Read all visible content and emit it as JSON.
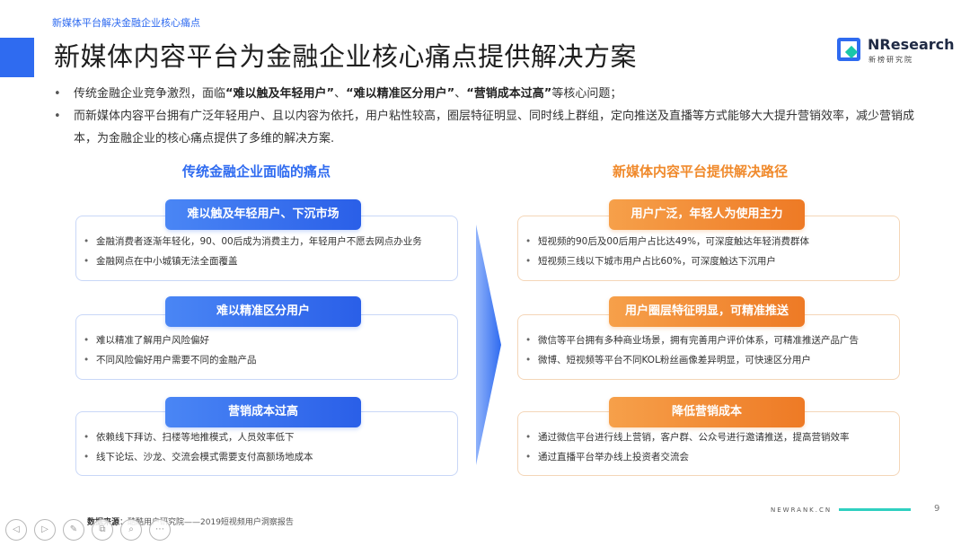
{
  "header": {
    "breadcrumb": "新媒体平台解决金融企业核心痛点",
    "title": "新媒体内容平台为金融企业核心痛点提供解决方案"
  },
  "logo": {
    "name": "NResearch",
    "sub": "新榜研究院",
    "colors": {
      "primary": "#2f6bf0",
      "accent": "#19c7a8"
    }
  },
  "intro": {
    "bullet1": {
      "pre": "传统金融企业竞争激烈，面临",
      "h1": "“难以触及年轻用户”",
      "sep1": "、",
      "h2": "“难以精准区分用户”",
      "sep2": "、",
      "h3": "“营销成本过高”",
      "post": "等核心问题；"
    },
    "bullet2": "而新媒体内容平台拥有广泛年轻用户、且以内容为依托，用户粘性较高，圈层特征明显、同时线上群组，定向推送及直播等方式能够大大提升营销效率，减少营销成本，为金融企业的核心痛点提供了多维的解决方案."
  },
  "pain_points": {
    "heading": "传统金融企业面临的痛点",
    "items": [
      {
        "title": "难以触及年轻用户、下沉市场",
        "points": [
          "金融消费者逐渐年轻化，90、00后成为消费主力，年轻用户不愿去网点办业务",
          "金融网点在中小城镇无法全面覆盖"
        ]
      },
      {
        "title": "难以精准区分用户",
        "points": [
          "难以精准了解用户风险偏好",
          "不同风险偏好用户需要不同的金融产品"
        ]
      },
      {
        "title": "营销成本过高",
        "points": [
          "依赖线下拜访、扫楼等地推模式，人员效率低下",
          "线下论坛、沙龙、交流会模式需要支付高额场地成本"
        ]
      }
    ]
  },
  "solutions": {
    "heading": "新媒体内容平台提供解决路径",
    "items": [
      {
        "title": "用户广泛，年轻人为使用主力",
        "points": [
          "短视频的90后及00后用户占比达49%，可深度触达年轻消费群体",
          "短视频三线以下城市用户占比60%，可深度触达下沉用户"
        ]
      },
      {
        "title": "用户圈层特征明显，可精准推送",
        "points": [
          "微信等平台拥有多种商业场景，拥有完善用户评价体系，可精准推送产品广告",
          "微博、短视频等平台不同KOL粉丝画像差异明显，可快速区分用户"
        ]
      },
      {
        "title": "降低营销成本",
        "points": [
          "通过微信平台进行线上营销，客户群、公众号进行邀请推送，提高营销效率",
          "通过直播平台举办线上投资者交流会"
        ]
      }
    ]
  },
  "footer": {
    "source_label": "数据来源",
    "source_text": "：酷酷用户研究院——2019短视频用户洞察报告",
    "brand": "NEWRANK.CN",
    "page_number": "9"
  },
  "nav": {
    "buttons": [
      {
        "icon": "prev-icon",
        "glyph": "◁"
      },
      {
        "icon": "next-icon",
        "glyph": "▷"
      },
      {
        "icon": "pen-icon",
        "glyph": "✎"
      },
      {
        "icon": "copy-icon",
        "glyph": "⧉"
      },
      {
        "icon": "zoom-icon",
        "glyph": "⌕"
      },
      {
        "icon": "more-icon",
        "glyph": "⋯"
      }
    ]
  },
  "colors": {
    "blue": "#2f6bf0",
    "orange": "#f08a2c",
    "teal": "#2fd0c0"
  }
}
